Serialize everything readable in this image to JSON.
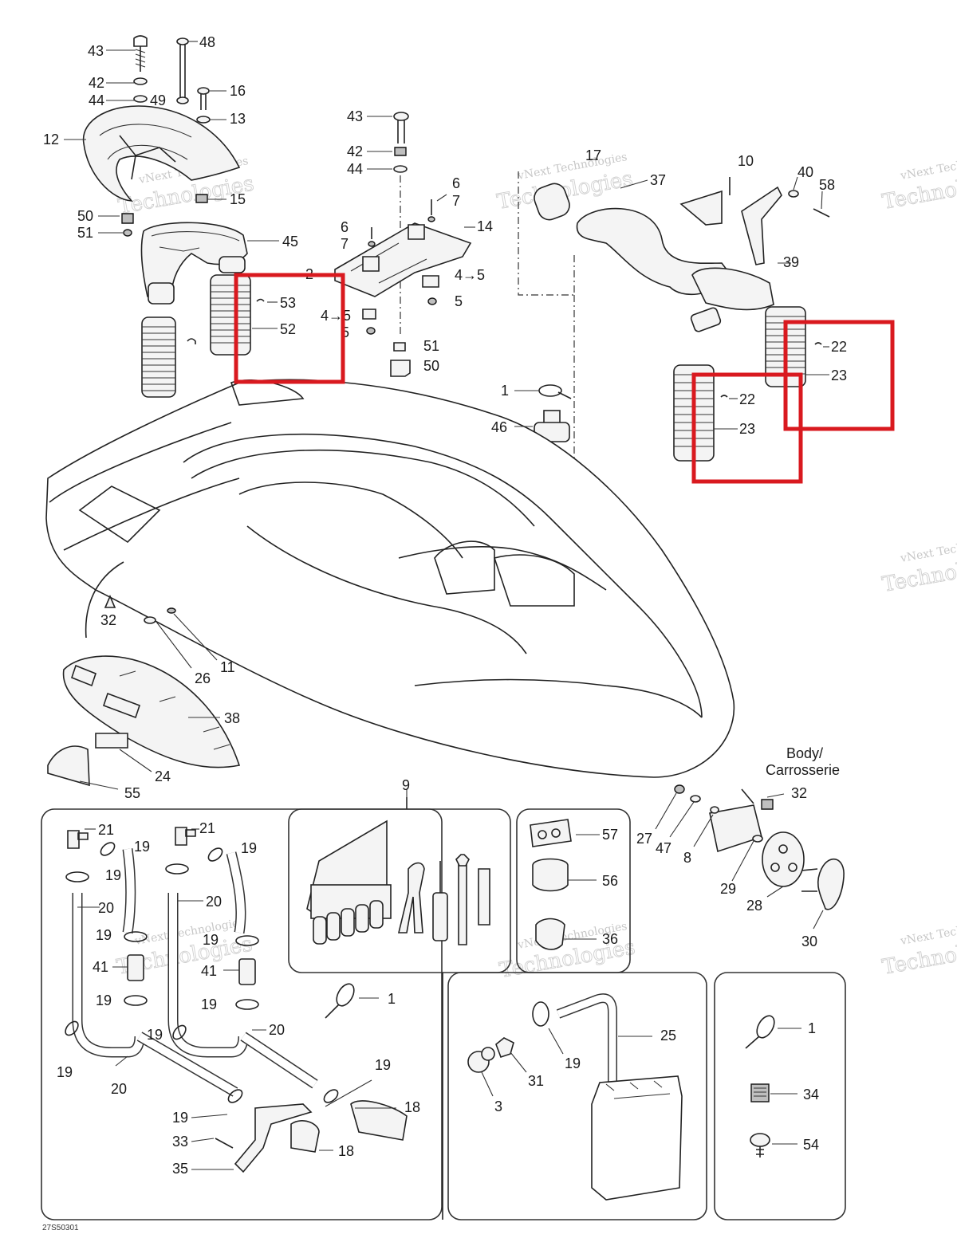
{
  "diagram": {
    "callouts": {
      "c43a": "43",
      "c48": "48",
      "c42a": "42",
      "c16": "16",
      "c44a": "44",
      "c49": "49",
      "c13": "13",
      "c12": "12",
      "c15": "15",
      "c50a": "50",
      "c51a": "51",
      "c45": "45",
      "c53": "53",
      "c52": "52",
      "c43b": "43",
      "c42b": "42",
      "c44b": "44",
      "c6a": "6",
      "c7a": "7",
      "c14": "14",
      "c6b": "6",
      "c7b": "7",
      "c2": "2",
      "c4a": "4",
      "c5a": "5",
      "c4b": "4",
      "c5b": "5",
      "c5c": "5",
      "c51b": "51",
      "c50b": "50",
      "c17": "17",
      "c37": "37",
      "c10": "10",
      "c40": "40",
      "c58": "58",
      "c39": "39",
      "c22a": "22",
      "c23a": "23",
      "c22b": "22",
      "c23b": "23",
      "c1a": "1",
      "c46": "46",
      "c32a": "32",
      "c26": "26",
      "c11": "11",
      "c38": "38",
      "c24": "24",
      "c55": "55",
      "c32b": "32",
      "c27": "27",
      "c47": "47",
      "c8": "8",
      "c29": "29",
      "c28": "28",
      "c30": "30",
      "c9": "9",
      "c57": "57",
      "c56": "56",
      "c36": "36",
      "c21a": "21",
      "c21b": "21",
      "c19a": "19",
      "c19b": "19",
      "c19c": "19",
      "c20a": "20",
      "c20b": "20",
      "c19d": "19",
      "c19e": "19",
      "c41a": "41",
      "c41b": "41",
      "c19f": "19",
      "c19g": "19",
      "c20c": "20",
      "c19h": "19",
      "c19i": "19",
      "c20d": "20",
      "c19j": "19",
      "c18a": "18",
      "c19k": "19",
      "c33": "33",
      "c18b": "18",
      "c35": "35",
      "c1b": "1",
      "c25": "25",
      "c19l": "19",
      "c31": "31",
      "c3": "3",
      "c1c": "1",
      "c34": "34",
      "c54": "54"
    },
    "arrow_a": "4→5",
    "arrow_b": "4→5",
    "body_label_line1": "Body/",
    "body_label_line2": "Carrosserie",
    "drawing_code": "27S50301",
    "watermark_line1": "vNext Technologies",
    "watermark_line2": "Technologies",
    "highlight_color": "#d9191f"
  }
}
